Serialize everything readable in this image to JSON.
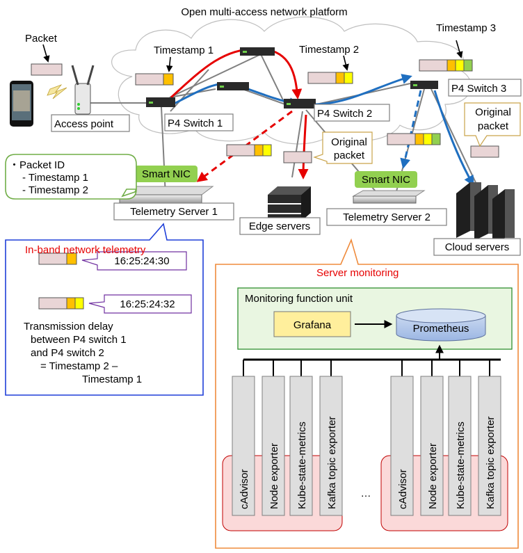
{
  "title": "Open multi-access network platform",
  "labels": {
    "packet": "Packet",
    "timestamp1": "Timestamp 1",
    "timestamp2": "Timestamp 2",
    "timestamp3": "Timestamp 3",
    "access_point": "Access point",
    "p4_switch_1": "P4 Switch 1",
    "p4_switch_2": "P4 Switch 2",
    "p4_switch_3": "P4 Switch 3",
    "original_packet_1": "Original",
    "original_packet_2": "packet",
    "smart_nic": "Smart NIC",
    "telemetry_server_1": "Telemetry Server 1",
    "telemetry_server_2": "Telemetry Server 2",
    "edge_servers": "Edge servers",
    "cloud_servers": "Cloud servers"
  },
  "packet_info": {
    "line1": "・Packet ID",
    "line2": "- Timestamp 1",
    "line3": "- Timestamp 2"
  },
  "int_panel": {
    "title": "In-band network telemetry",
    "time1": "16:25:24:30",
    "time2": "16:25:24:32",
    "desc": [
      "Transmission delay",
      "between P4 switch 1",
      "and P4 switch 2",
      "= Timestamp 2 –",
      "Timestamp 1"
    ]
  },
  "monitoring": {
    "title": "Server  monitoring",
    "unit": "Monitoring function unit",
    "grafana": "Grafana",
    "prometheus": "Prometheus",
    "exporters": [
      "cAdvisor",
      "Node exporter",
      "Kube-state-metrics",
      "Kafka topic exporter"
    ],
    "ellipsis": "…"
  },
  "colors": {
    "red_flow": "#e60000",
    "blue_flow": "#1f6fc0",
    "orange_box": "#ef8b3c",
    "ts1": "#ffc000",
    "ts2": "#ffff00",
    "ts3": "#92d050",
    "packet": "#e9d5d6",
    "nic": "#92d050"
  }
}
